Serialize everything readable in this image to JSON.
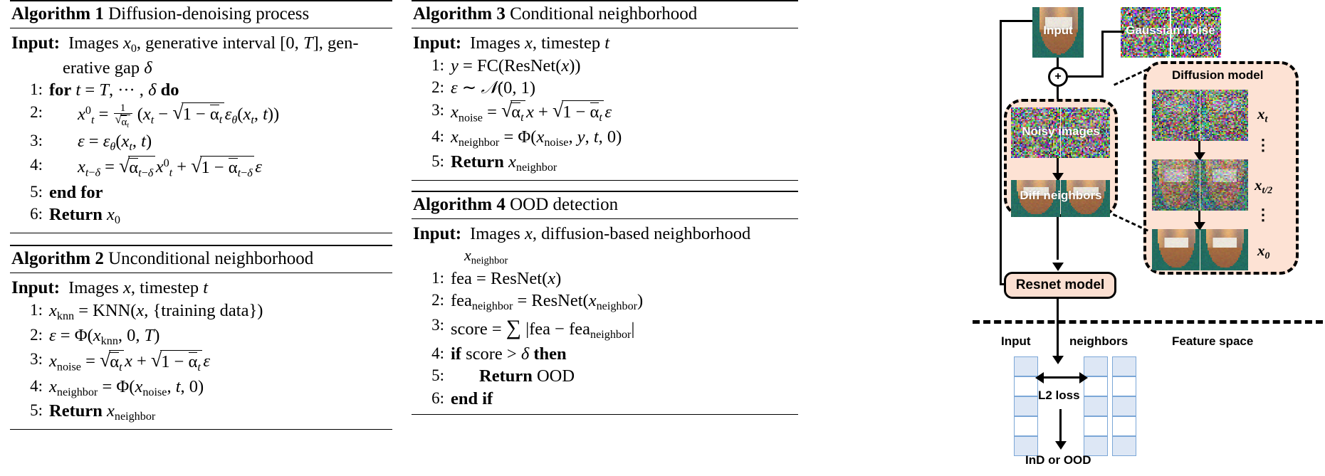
{
  "algorithms": [
    {
      "id": "alg1",
      "number": "Algorithm 1",
      "title": "Diffusion-denoising process",
      "input_label": "Input:",
      "input_text": "Images x₀, generative interval [0, T], generative gap δ",
      "steps": [
        {
          "no": "1:",
          "text": "for t = T, ⋯ , δ do"
        },
        {
          "no": "2:",
          "text": "x⁰ₜ = 1/√ᾱₜ (xₜ − √(1 − ᾱₜ) ε_θ(xₜ, t))"
        },
        {
          "no": "3:",
          "text": "ε = ε_θ(xₜ, t)"
        },
        {
          "no": "4:",
          "text": "xₜ₋δ = √ᾱₜ₋δ x⁰ₜ + √(1 − ᾱₜ₋δ) ε"
        },
        {
          "no": "5:",
          "text": "end for"
        },
        {
          "no": "6:",
          "text": "Return x₀"
        }
      ]
    },
    {
      "id": "alg2",
      "number": "Algorithm 2",
      "title": "Unconditional neighborhood",
      "input_label": "Input:",
      "input_text": "Images x, timestep t",
      "steps": [
        {
          "no": "1:",
          "text": "x_knn = KNN(x, {training data})"
        },
        {
          "no": "2:",
          "text": "ε = Φ(x_knn, 0, T)"
        },
        {
          "no": "3:",
          "text": "x_noise = √ᾱₜ x + √(1 − ᾱₜ) ε"
        },
        {
          "no": "4:",
          "text": "x_neighbor = Φ(x_noise, t, 0)"
        },
        {
          "no": "5:",
          "text": "Return x_neighbor"
        }
      ]
    },
    {
      "id": "alg3",
      "number": "Algorithm 3",
      "title": "Conditional neighborhood",
      "input_label": "Input:",
      "input_text": "Images x, timestep t",
      "steps": [
        {
          "no": "1:",
          "text": "y = FC(ResNet(x))"
        },
        {
          "no": "2:",
          "text": "ε ∼ 𝒩(0, 1)"
        },
        {
          "no": "3:",
          "text": "x_noise = √ᾱₜ x + √(1 − ᾱₜ) ε"
        },
        {
          "no": "4:",
          "text": "x_neighbor = Φ(x_noise, y, t, 0)"
        },
        {
          "no": "5:",
          "text": "Return x_neighbor"
        }
      ]
    },
    {
      "id": "alg4",
      "number": "Algorithm 4",
      "title": "OOD detection",
      "input_label": "Input:",
      "input_text": "Images x, diffusion-based neighborhood x_neighbor",
      "steps": [
        {
          "no": "1:",
          "text": "fea = ResNet(x)"
        },
        {
          "no": "2:",
          "text": "fea_neighbor = ResNet(x_neighbor)"
        },
        {
          "no": "3:",
          "text": "score = ∑ |fea − fea_neighbor|"
        },
        {
          "no": "4:",
          "text": "if score > δ then"
        },
        {
          "no": "5:",
          "text": "Return OOD"
        },
        {
          "no": "6:",
          "text": "end if"
        }
      ]
    }
  ],
  "diagram": {
    "input_label": "Input",
    "gaussian_noise_label": "Gaussian noise",
    "plus_symbol": "+",
    "noisy_images_label": "Noisy images",
    "diff_neighbors_label": "Diff neighbors",
    "diffusion_model_label": "Diffusion model",
    "resnet_model_label": "Resnet model",
    "feature_input_label": "Input",
    "feature_neighbors_label": "neighbors",
    "feature_space_label": "Feature space",
    "l2_loss_label": "L2 loss",
    "result_label": "InD or OOD",
    "timestep_labels": [
      "x",
      "x",
      "x"
    ],
    "timestep_subs": [
      "t",
      "t/2",
      "0"
    ],
    "vdots": "⋮",
    "colors": {
      "peach_fill": "#fde2d4",
      "box_fill": "#fbdfd1",
      "teal_image": "#1d6b5e",
      "feature_cell_border": "#7ba7d7",
      "feature_cell_fill": "#dde7f5",
      "stroke": "#000000"
    }
  }
}
